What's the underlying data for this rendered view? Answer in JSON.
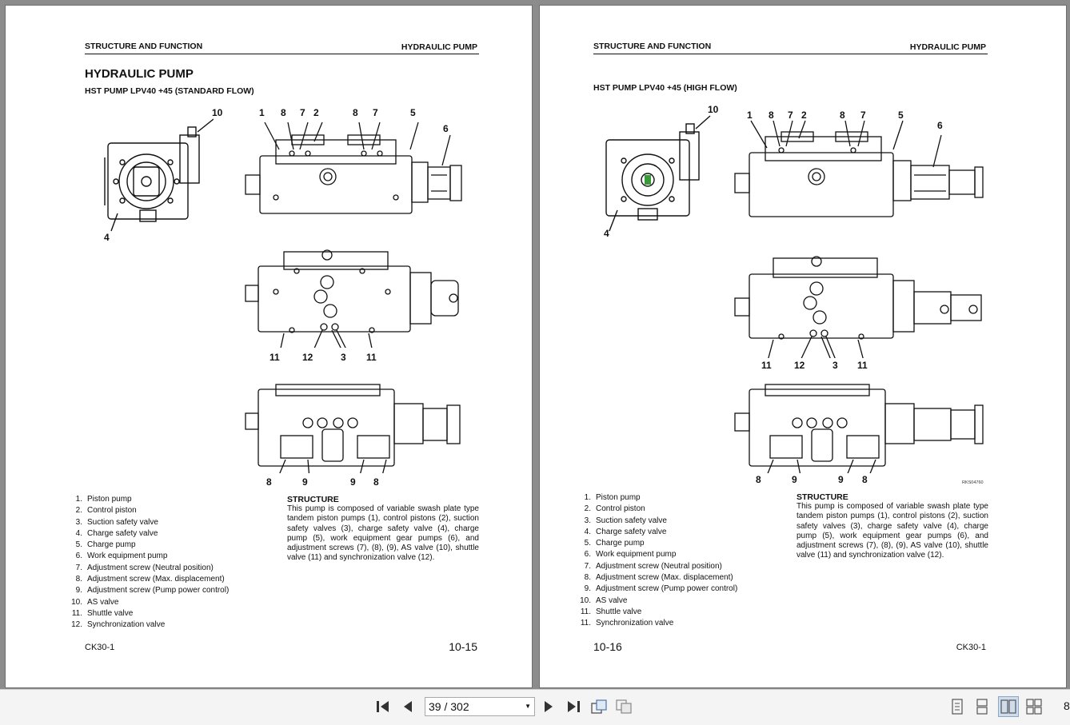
{
  "left_page": {
    "header_left": "STRUCTURE AND FUNCTION",
    "header_right": "HYDRAULIC PUMP",
    "title": "HYDRAULIC PUMP",
    "subtitle": "HST PUMP LPV40 +45 (STANDARD FLOW)",
    "callouts": {
      "a10": "10",
      "a4": "4",
      "b1": "1",
      "b8a": "8",
      "b7a": "7",
      "b2": "2",
      "b8b": "8",
      "b7b": "7",
      "b5": "5",
      "b6": "6",
      "c11a": "11",
      "c12": "12",
      "c3": "3",
      "c11b": "11",
      "d8a": "8",
      "d9a": "9",
      "d9b": "9",
      "d8b": "8"
    },
    "parts": [
      {
        "num": "1.",
        "label": "Piston pump"
      },
      {
        "num": "2.",
        "label": "Control piston"
      },
      {
        "num": "3.",
        "label": "Suction safety valve"
      },
      {
        "num": "4.",
        "label": "Charge safety valve"
      },
      {
        "num": "5.",
        "label": "Charge pump"
      },
      {
        "num": "6.",
        "label": "Work equipment pump"
      },
      {
        "num": "7.",
        "label": "Adjustment screw (Neutral position)"
      },
      {
        "num": "8.",
        "label": "Adjustment screw (Max. displacement)"
      },
      {
        "num": "9.",
        "label": "Adjustment screw (Pump power control)"
      },
      {
        "num": "10.",
        "label": "AS valve"
      },
      {
        "num": "11.",
        "label": "Shuttle valve"
      },
      {
        "num": "12.",
        "label": "Synchronization valve"
      }
    ],
    "structure_heading": "STRUCTURE",
    "structure_text": "This pump is composed of variable swash plate type tandem piston pumps (1), control pistons (2), suction safety valves (3), charge safety valve (4), charge pump (5), work equipment gear pumps (6), and adjustment screws (7), (8), (9), AS valve (10), shuttle valve (11) and synchronization valve (12).",
    "footer_left": "CK30-1",
    "footer_right": "10-15"
  },
  "right_page": {
    "header_left": "STRUCTURE AND FUNCTION",
    "header_right": "HYDRAULIC PUMP",
    "subtitle": "HST PUMP LPV40 +45 (HIGH FLOW)",
    "callouts": {
      "a10": "10",
      "a4": "4",
      "b1": "1",
      "b8a": "8",
      "b7a": "7",
      "b2": "2",
      "b8b": "8",
      "b7b": "7",
      "b5": "5",
      "b6": "6",
      "c11a": "11",
      "c12": "12",
      "c3": "3",
      "c11b": "11",
      "d8a": "8",
      "d9a": "9",
      "d9b": "9",
      "d8b": "8"
    },
    "drawing_code": "RKS04760",
    "parts": [
      {
        "num": "1.",
        "label": "Piston pump"
      },
      {
        "num": "2.",
        "label": "Control piston"
      },
      {
        "num": "3.",
        "label": "Suction safety valve"
      },
      {
        "num": "4.",
        "label": "Charge safety valve"
      },
      {
        "num": "5.",
        "label": "Charge pump"
      },
      {
        "num": "6.",
        "label": "Work equipment pump"
      },
      {
        "num": "7.",
        "label": "Adjustment screw (Neutral position)"
      },
      {
        "num": "8.",
        "label": "Adjustment screw (Max. displacement)"
      },
      {
        "num": "9.",
        "label": "Adjustment screw (Pump power control)"
      },
      {
        "num": "10.",
        "label": "AS valve"
      },
      {
        "num": "11.",
        "label": "Shuttle valve"
      },
      {
        "num": "11.",
        "label": "Synchronization valve"
      }
    ],
    "structure_heading": "STRUCTURE",
    "structure_text": "This pump is composed of variable swash plate type tandem piston pumps (1), control pistons (2), suction safety valves (3), charge safety valve (4), charge pump (5), work equipment gear pumps (6), and adjustment screws (7), (8), (9), AS valve (10), shuttle valve (11) and synchronization valve (12).",
    "footer_left": "10-16",
    "footer_right": "CK30-1"
  },
  "toolbar": {
    "page_indicator": "39 / 302",
    "zoom_partial": "8",
    "icons": [
      "first-page-icon",
      "previous-page-icon",
      "next-page-icon",
      "last-page-icon",
      "rotate-view-icon",
      "rotate-view-alt-icon",
      "single-page-icon",
      "continuous-page-icon",
      "two-page-icon",
      "two-page-continuous-icon"
    ]
  }
}
